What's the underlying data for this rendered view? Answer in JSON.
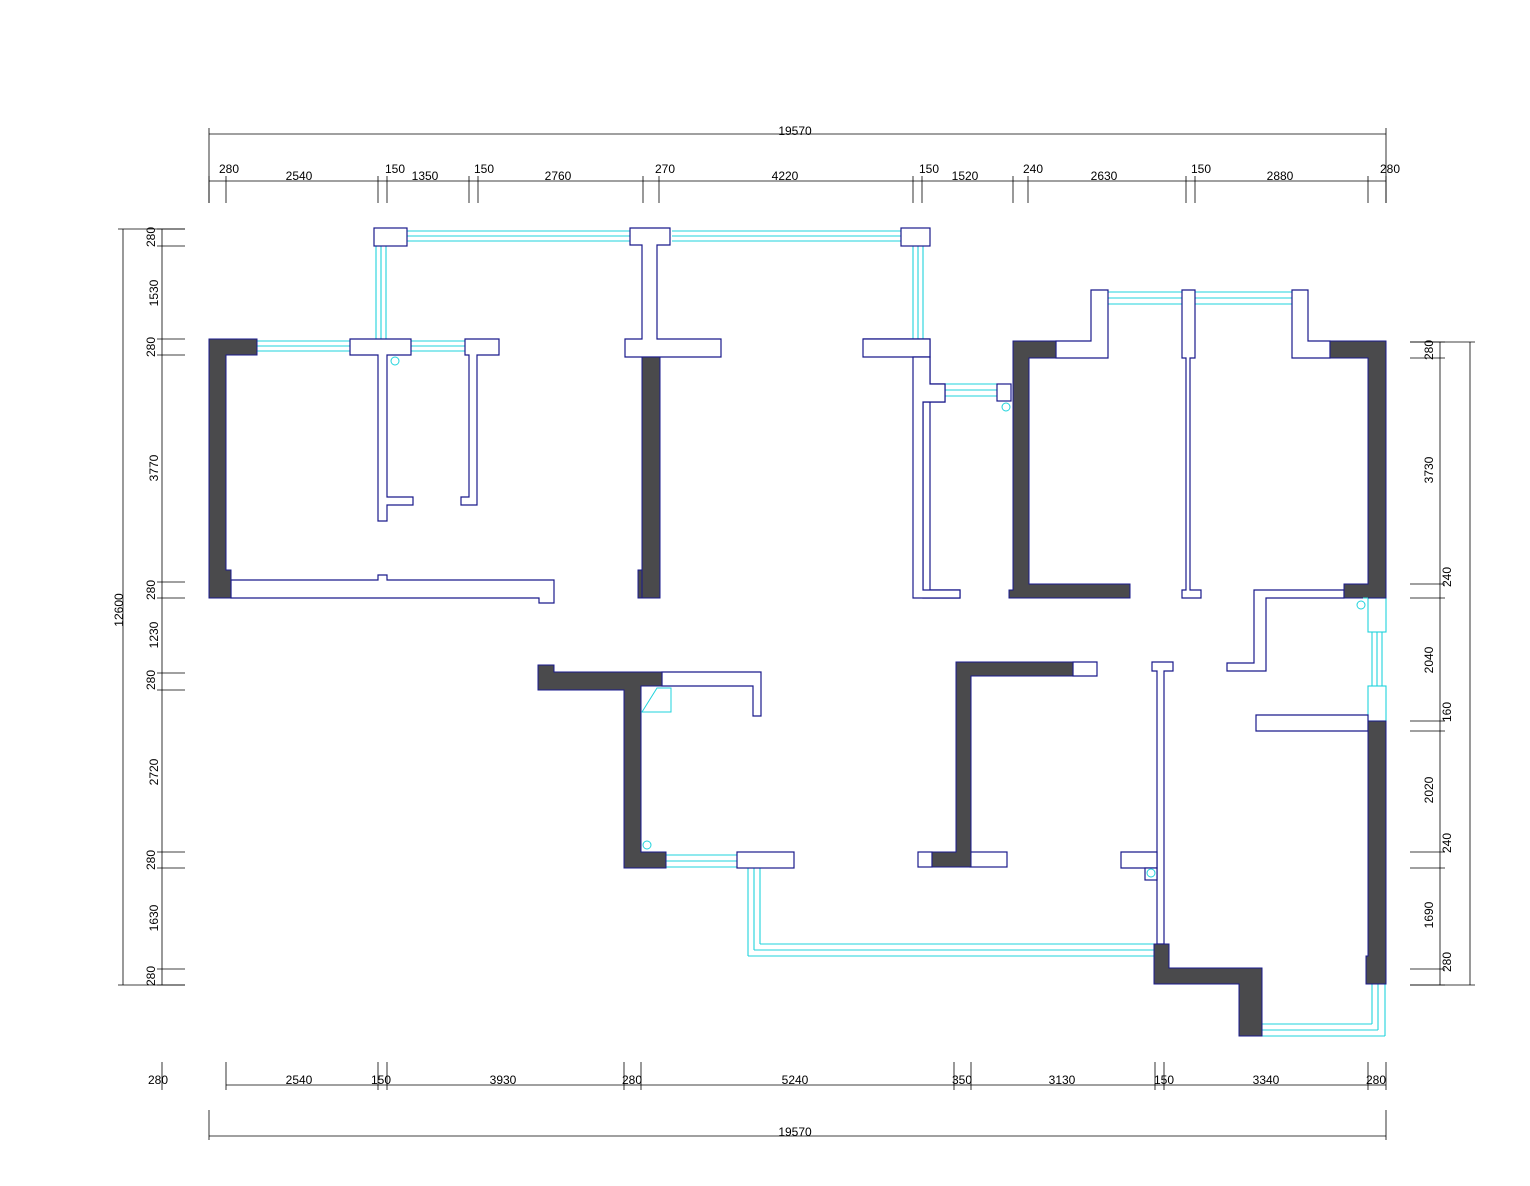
{
  "plan": {
    "top": {
      "total": "19570",
      "segments": [
        "280",
        "2540",
        "150",
        "1350",
        "150",
        "2760",
        "270",
        "4220",
        "150",
        "1520",
        "240",
        "2630",
        "150",
        "2880",
        "280"
      ]
    },
    "bottom": {
      "total": "19570",
      "segments": [
        "280",
        "2540",
        "150",
        "3930",
        "280",
        "5240",
        "350",
        "3130",
        "150",
        "3340",
        "280"
      ]
    },
    "left": {
      "total": "12600",
      "segments": [
        "280",
        "1530",
        "280",
        "3770",
        "280",
        "1230",
        "280",
        "2720",
        "280",
        "1630",
        "280"
      ]
    },
    "right": {
      "segments": [
        "280",
        "3730",
        "240",
        "2040",
        "160",
        "2020",
        "240",
        "1690",
        "280"
      ]
    },
    "colors": {
      "wall": "#4a4a4c",
      "outline": "#1a1a8c",
      "window": "#1fd3dc"
    }
  }
}
